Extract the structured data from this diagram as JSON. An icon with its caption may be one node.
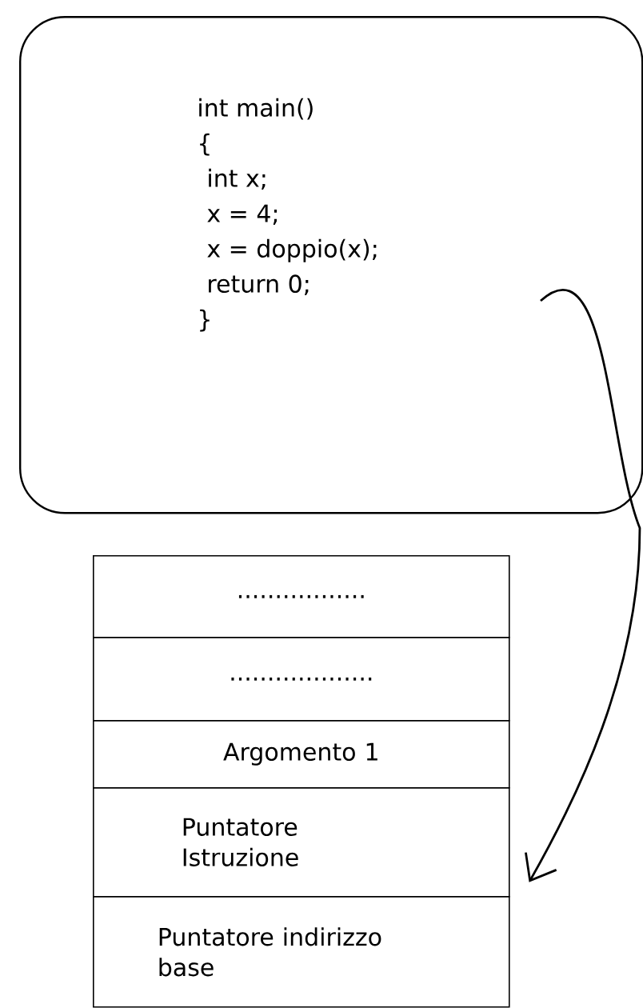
{
  "diagram": {
    "nodes": [
      {
        "text": [
          "int main()",
          "{",
          "int x;",
          "x = 4;",
          "x = doppio(x);",
          "return 0;",
          "}"
        ]
      },
      {
        "text": [
          "................."
        ]
      },
      {
        "text": [
          "..................."
        ]
      },
      {
        "text": [
          "Argomento 1"
        ]
      },
      {
        "text": [
          "Puntatore Istruzione"
        ]
      },
      {
        "text": [
          "Puntatore indirizzo base"
        ]
      }
    ],
    "edges": [
      {
        "from": 0,
        "to": 4,
        "arrow": "to"
      }
    ]
  }
}
